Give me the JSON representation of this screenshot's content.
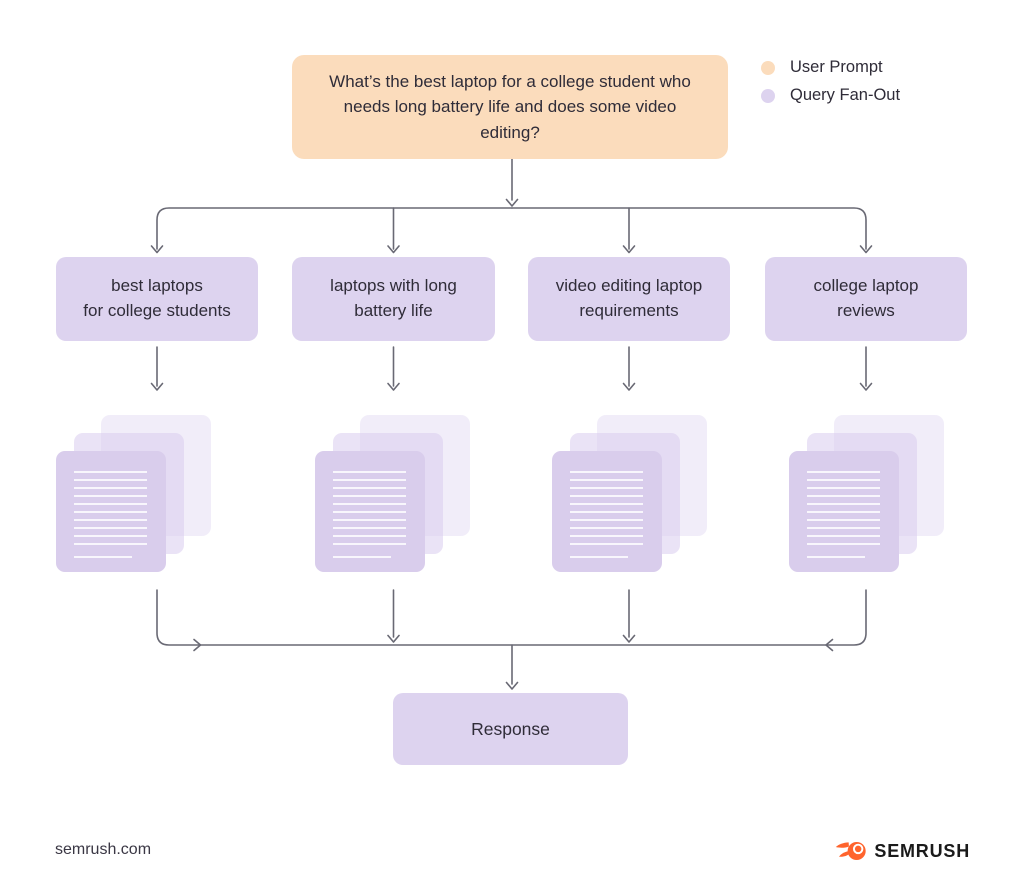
{
  "colors": {
    "user_prompt_fill": "#FBDCBC",
    "query_fanout_fill": "#DDD3EF",
    "connector_line": "#696974",
    "semrush_orange": "#FF642D",
    "text": "#2F2C38"
  },
  "legend": {
    "items": [
      {
        "label": "User Prompt",
        "color": "#FBDCBC"
      },
      {
        "label": "Query Fan-Out",
        "color": "#DDD3EF"
      }
    ]
  },
  "prompt": {
    "text": "What’s the best laptop for a college student who needs long battery life and does some video editing?"
  },
  "queries": [
    {
      "label": "best laptops\nfor college students"
    },
    {
      "label": "laptops with long\nbattery life"
    },
    {
      "label": "video editing laptop\nrequirements"
    },
    {
      "label": "college laptop\nreviews"
    }
  ],
  "response": {
    "label": "Response"
  },
  "footer": {
    "site": "semrush.com",
    "brand": "SEMRUSH"
  }
}
